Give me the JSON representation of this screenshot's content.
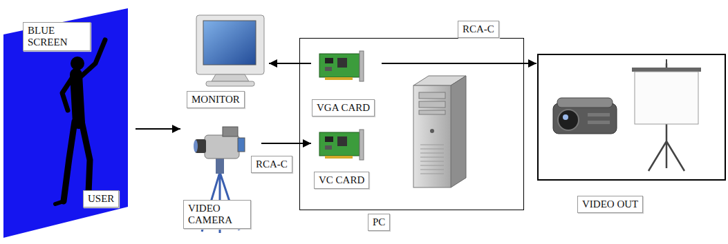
{
  "diagram": {
    "nodes": [
      {
        "text": [
          "BLUE SCREEN"
        ]
      },
      {
        "text": [
          "USER"
        ],
        "in": 0
      },
      {
        "text": [
          "MONITOR"
        ]
      },
      {
        "text": [
          "PC"
        ]
      },
      {
        "text": [
          "VGA CARD"
        ],
        "in": 3
      },
      {
        "text": [
          "VC CARD"
        ],
        "in": 3
      },
      {
        "text": [
          "VIDEO CAMERA"
        ]
      },
      {
        "text": [
          "VIDEO OUT"
        ]
      }
    ],
    "edges": [
      {
        "from": 1,
        "to": 6,
        "arrow": "to"
      },
      {
        "from": 6,
        "to": 5,
        "label": "RCA-C",
        "arrow": "to"
      },
      {
        "from": 4,
        "to": 2,
        "arrow": "to"
      },
      {
        "from": 4,
        "to": 7,
        "label": "RCA-C",
        "arrow": "to"
      }
    ]
  }
}
